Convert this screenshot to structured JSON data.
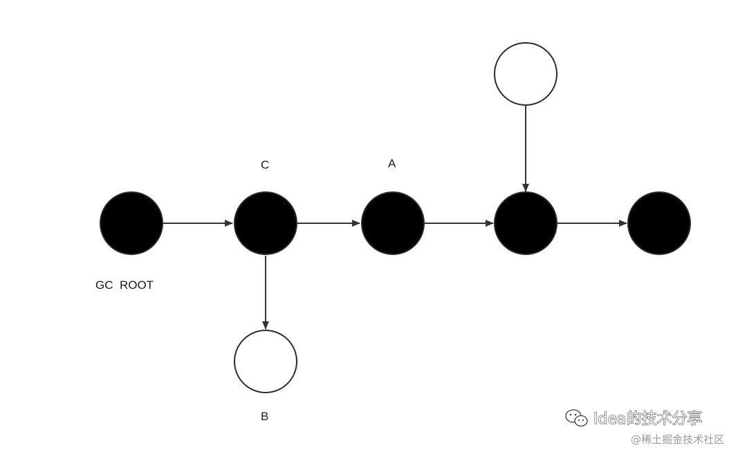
{
  "diagram": {
    "labels": {
      "gc_root": "GC  ROOT",
      "c": "C",
      "a": "A",
      "b": "B"
    },
    "colors": {
      "filled_node": "#000000",
      "empty_node": "#ffffff",
      "node_stroke": "#2a2a2a",
      "edge": "#333333"
    }
  },
  "watermark": {
    "main_text": "Idea的技术分享",
    "sub_text": "@稀土掘金技术社区",
    "icon": "wechat-icon"
  }
}
